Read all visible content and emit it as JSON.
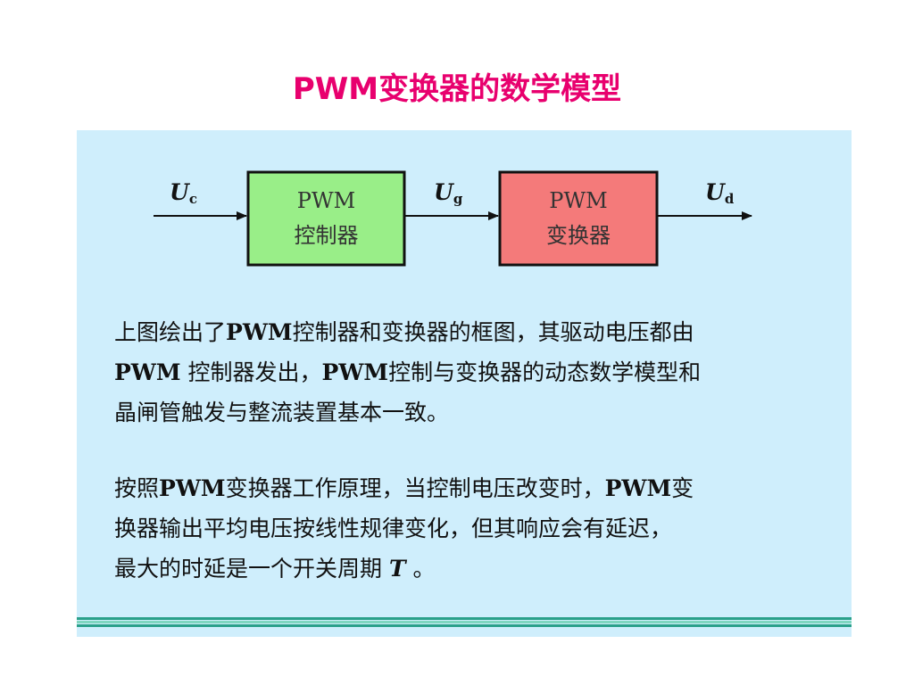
{
  "title": "PWM变换器的数学模型",
  "diagram": {
    "input_signal": {
      "main": "U",
      "sub": "c"
    },
    "middle_signal": {
      "main": "U",
      "sub": "g"
    },
    "output_signal": {
      "main": "U",
      "sub": "d"
    },
    "block1": {
      "line1": "PWM",
      "line2": "控制器",
      "color": "#99ee88"
    },
    "block2": {
      "line1": "PWM",
      "line2": "变换器",
      "color": "#f47a7a"
    }
  },
  "paragraph1": {
    "l1_a": "上图绘出了",
    "l1_b": "PWM",
    "l1_c": "控制器和变换器的框图，其驱动电压都由",
    "l2_a": "PWM",
    "l2_b": " 控制器发出，",
    "l2_c": "PWM",
    "l2_d": "控制与变换器的动态数学模型和",
    "l3": "晶闸管触发与整流装置基本一致。"
  },
  "paragraph2": {
    "l1_a": "按照",
    "l1_b": "PWM",
    "l1_c": "变换器工作原理，当控制电压改变时，",
    "l1_d": "PWM",
    "l1_e": "变",
    "l2": "换器输出平均电压按线性规律变化，但其响应会有延迟，",
    "l3_a": "最大的时延是一个开关周期 ",
    "l3_b": "T",
    "l3_c": " 。"
  },
  "colors": {
    "title": "#e8006e",
    "panel": "#cfeefc",
    "bar_dark": "#2aa08a",
    "bar_light": "#7fd6c0"
  }
}
